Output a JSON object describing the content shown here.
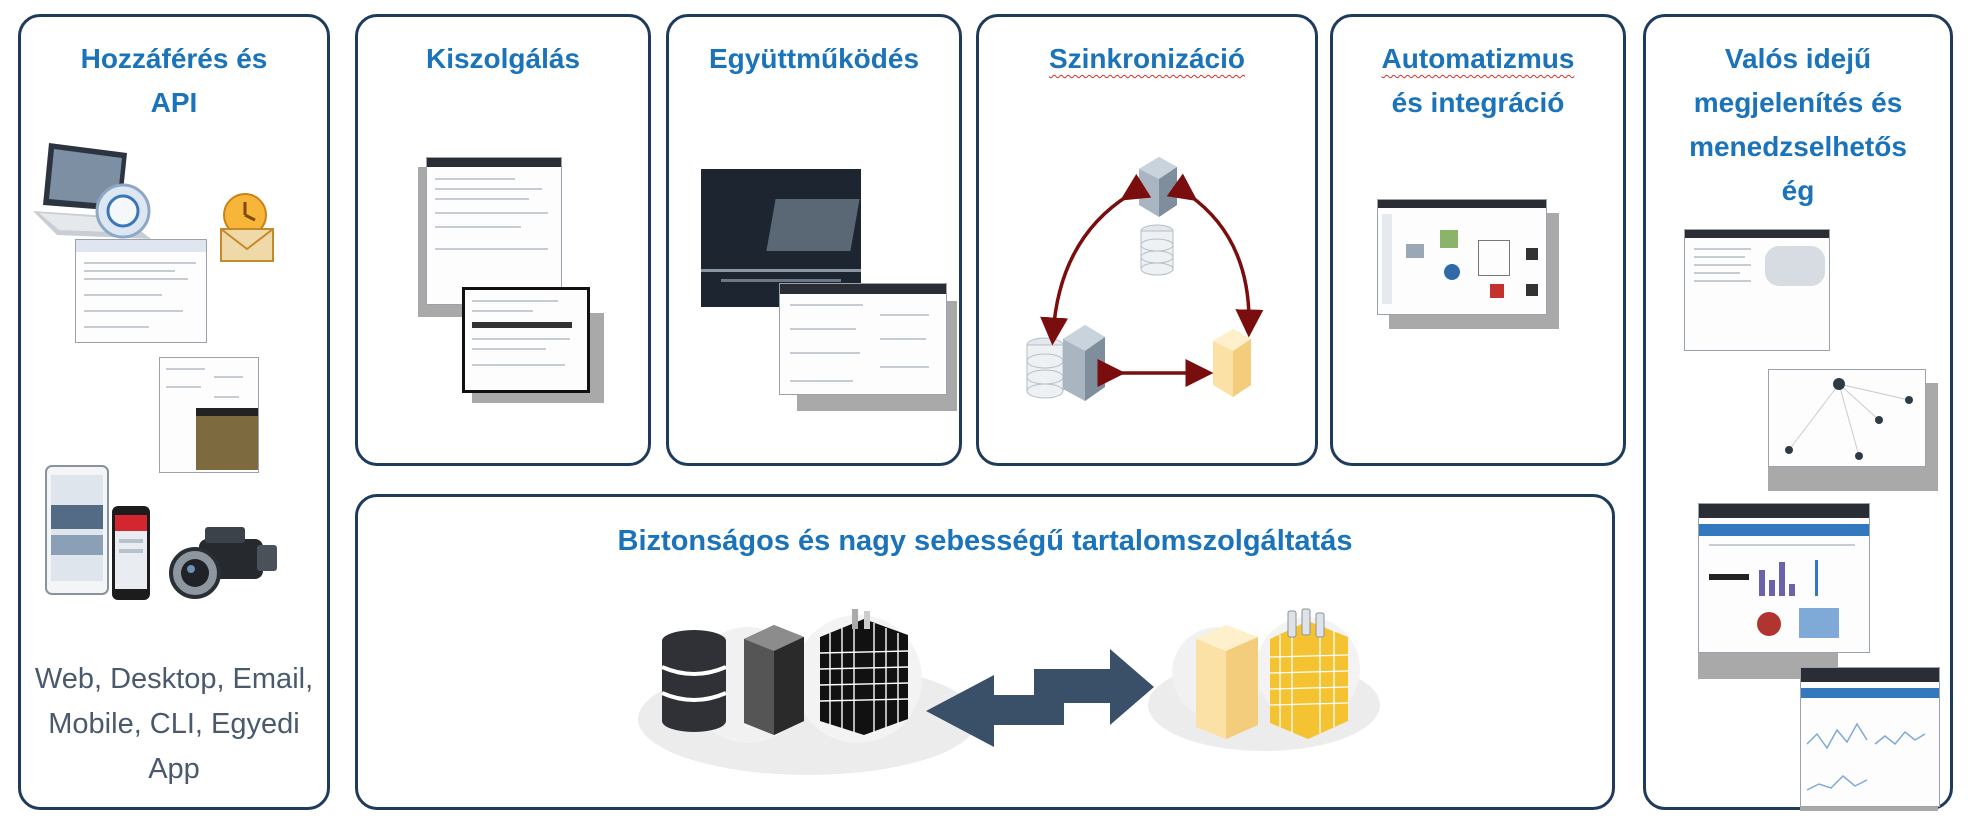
{
  "panels": {
    "access": {
      "title_lines": [
        "Hozzáférés és",
        "API"
      ],
      "caption_lines": [
        "Web, Desktop, Email,",
        "Mobile, CLI, Egyedi",
        "App"
      ]
    },
    "serving": {
      "title": "Kiszolgálás"
    },
    "collab": {
      "title": "Együttműködés"
    },
    "sync": {
      "title": "Szinkronizáció"
    },
    "automation": {
      "title_lines": [
        "Automatizmus",
        "és integráció"
      ]
    },
    "realtime": {
      "title_lines": [
        "Valós idejű",
        "megjelenítés és",
        "menedzselhetős",
        "ég"
      ]
    },
    "delivery": {
      "title": "Biztonságos és nagy sebességű tartalomszolgáltatás"
    }
  },
  "colors": {
    "border": "#1f3b5c",
    "title": "#1b73b9",
    "caption": "#4a5a6c",
    "sync_arrow": "#7a0d0d",
    "transfer_arrow": "#3a5068",
    "server_gray": "#a9b6c2",
    "server_yellow": "#fbe1a6",
    "building_yellow": "#f5c331"
  },
  "icons": [
    "laptop-icon",
    "email-icon",
    "camcorder-icon",
    "smartphone-icon",
    "tablet-icon",
    "database-icon",
    "server-icon",
    "cloud-icon",
    "building-icon",
    "bidirectional-arrow-icon"
  ]
}
